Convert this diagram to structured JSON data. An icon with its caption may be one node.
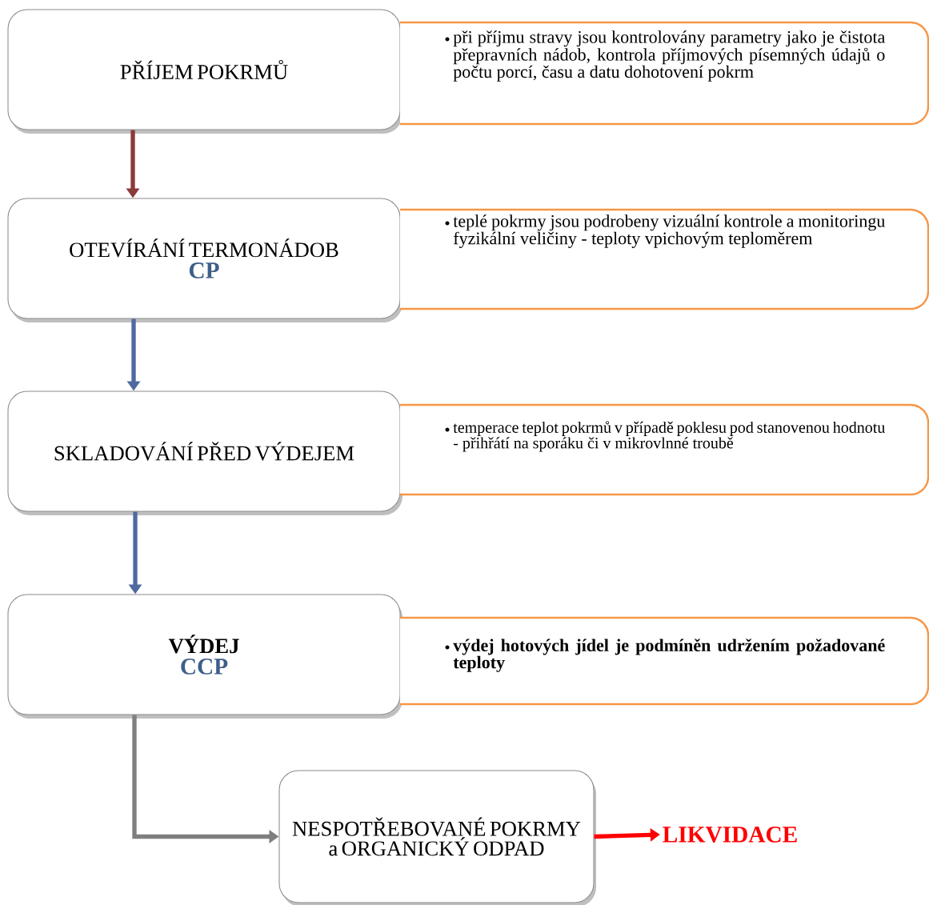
{
  "diagram": {
    "nodes": [
      {
        "text": [
          "PŘÍJEM POKRMŮ"
        ]
      },
      {
        "text": [
          "při příjmu stravy jsou kontrolovány parametry jako je čistota přepravních nádob, kontrola příjmových písemných údajů o počtu porcí, času a datu dohotovení pokrm"
        ]
      },
      {
        "text": [
          "OTEVÍRÁNÍ TERMONÁDOB",
          "CP"
        ]
      },
      {
        "text": [
          "teplé pokrmy jsou podrobeny vizuální kontrole a monitoringu fyzikální veličiny - teploty vpichovým teploměrem"
        ]
      },
      {
        "text": [
          "SKLADOVÁNÍ PŘED VÝDEJEM"
        ]
      },
      {
        "text": [
          "temperace teplot pokrmů v případě poklesu pod stanovenou hodnotu - přihřátí na sporáku či v mikrovlnné troubě"
        ]
      },
      {
        "text": [
          "VÝDEJ",
          "CCP"
        ]
      },
      {
        "text": [
          "výdej hotových jídel je podmíněn udržením požadované teploty"
        ]
      },
      {
        "text": [
          "NESPOTŘEBOVANÉ POKRMY a ORGANICKÝ ODPAD"
        ]
      },
      {
        "text": [
          "LIKVIDACE"
        ]
      }
    ],
    "edges": [
      {
        "from": 0,
        "to": 2,
        "arrow": "to",
        "color": "#8b3a3a"
      },
      {
        "from": 2,
        "to": 4,
        "arrow": "to"
      },
      {
        "from": 4,
        "to": 6,
        "arrow": "to"
      },
      {
        "from": 6,
        "to": 8,
        "arrow": "to",
        "color": "#7f7f7f"
      },
      {
        "from": 8,
        "to": 9,
        "arrow": "to",
        "color": "#ff0000"
      }
    ]
  }
}
